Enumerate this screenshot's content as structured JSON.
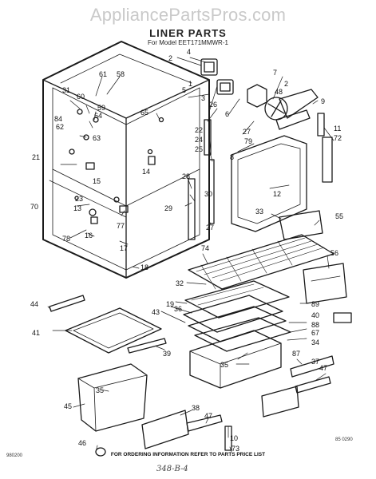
{
  "header": {
    "watermark": "AppliancePartsPros.com",
    "title": "LINER PARTS",
    "model": "For Model EET171MMWR-1"
  },
  "footer": {
    "ordering_note": "FOR ORDERING INFORMATION REFER TO PARTS PRICE LIST",
    "left_code": "980200",
    "right_code": "85 0290",
    "handwritten_note": "348-B-4"
  },
  "callouts": [
    "2",
    "4",
    "1",
    "3",
    "5",
    "6",
    "7",
    "48",
    "2",
    "9",
    "11",
    "72",
    "26",
    "22",
    "24",
    "25",
    "27",
    "79",
    "8",
    "12",
    "61",
    "58",
    "31",
    "60",
    "59",
    "65",
    "64",
    "62",
    "84",
    "63",
    "14",
    "21",
    "15",
    "23",
    "13",
    "70",
    "78",
    "16",
    "77",
    "29",
    "28",
    "30",
    "27",
    "33",
    "55",
    "17",
    "18",
    "74",
    "56",
    "32",
    "19",
    "36",
    "43",
    "89",
    "40",
    "88",
    "67",
    "34",
    "44",
    "41",
    "39",
    "87",
    "35",
    "37",
    "47",
    "35",
    "45",
    "38",
    "47",
    "10",
    "73",
    "46"
  ],
  "colors": {
    "ink": "#1a1a1a",
    "watermark": "#c9c9c9"
  }
}
